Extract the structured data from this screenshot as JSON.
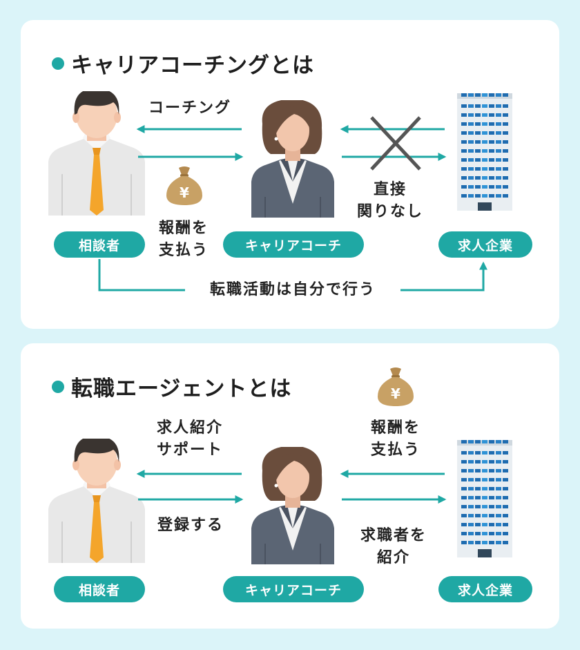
{
  "colors": {
    "background": "#dbf4f9",
    "panel": "#ffffff",
    "accent": "#1fa8a4",
    "text": "#222222",
    "cross": "#555555",
    "money_bag": "#c8a165",
    "building_window": "#1f6cb0"
  },
  "coaching": {
    "title": "キャリアコーチングとは",
    "client_label": "相談者",
    "coach_label": "キャリアコーチ",
    "company_label": "求人企業",
    "arrow_coaching": "コーチング",
    "pay_line1": "報酬を",
    "pay_line2": "支払う",
    "no_relation_line1": "直接",
    "no_relation_line2": "関りなし",
    "job_hunt": "転職活動は自分で行う",
    "icons": [
      "man-icon",
      "woman-icon",
      "building-icon",
      "money-bag-icon",
      "cross-mark-icon"
    ]
  },
  "agent": {
    "title": "転職エージェントとは",
    "client_label": "相談者",
    "coach_label": "キャリアコーチ",
    "company_label": "求人企業",
    "support_line1": "求人紹介",
    "support_line2": "サポート",
    "register": "登録する",
    "pay_line1": "報酬を",
    "pay_line2": "支払う",
    "introduce_line1": "求職者を",
    "introduce_line2": "紹介",
    "icons": [
      "man-icon",
      "woman-icon",
      "building-icon",
      "money-bag-icon"
    ]
  }
}
